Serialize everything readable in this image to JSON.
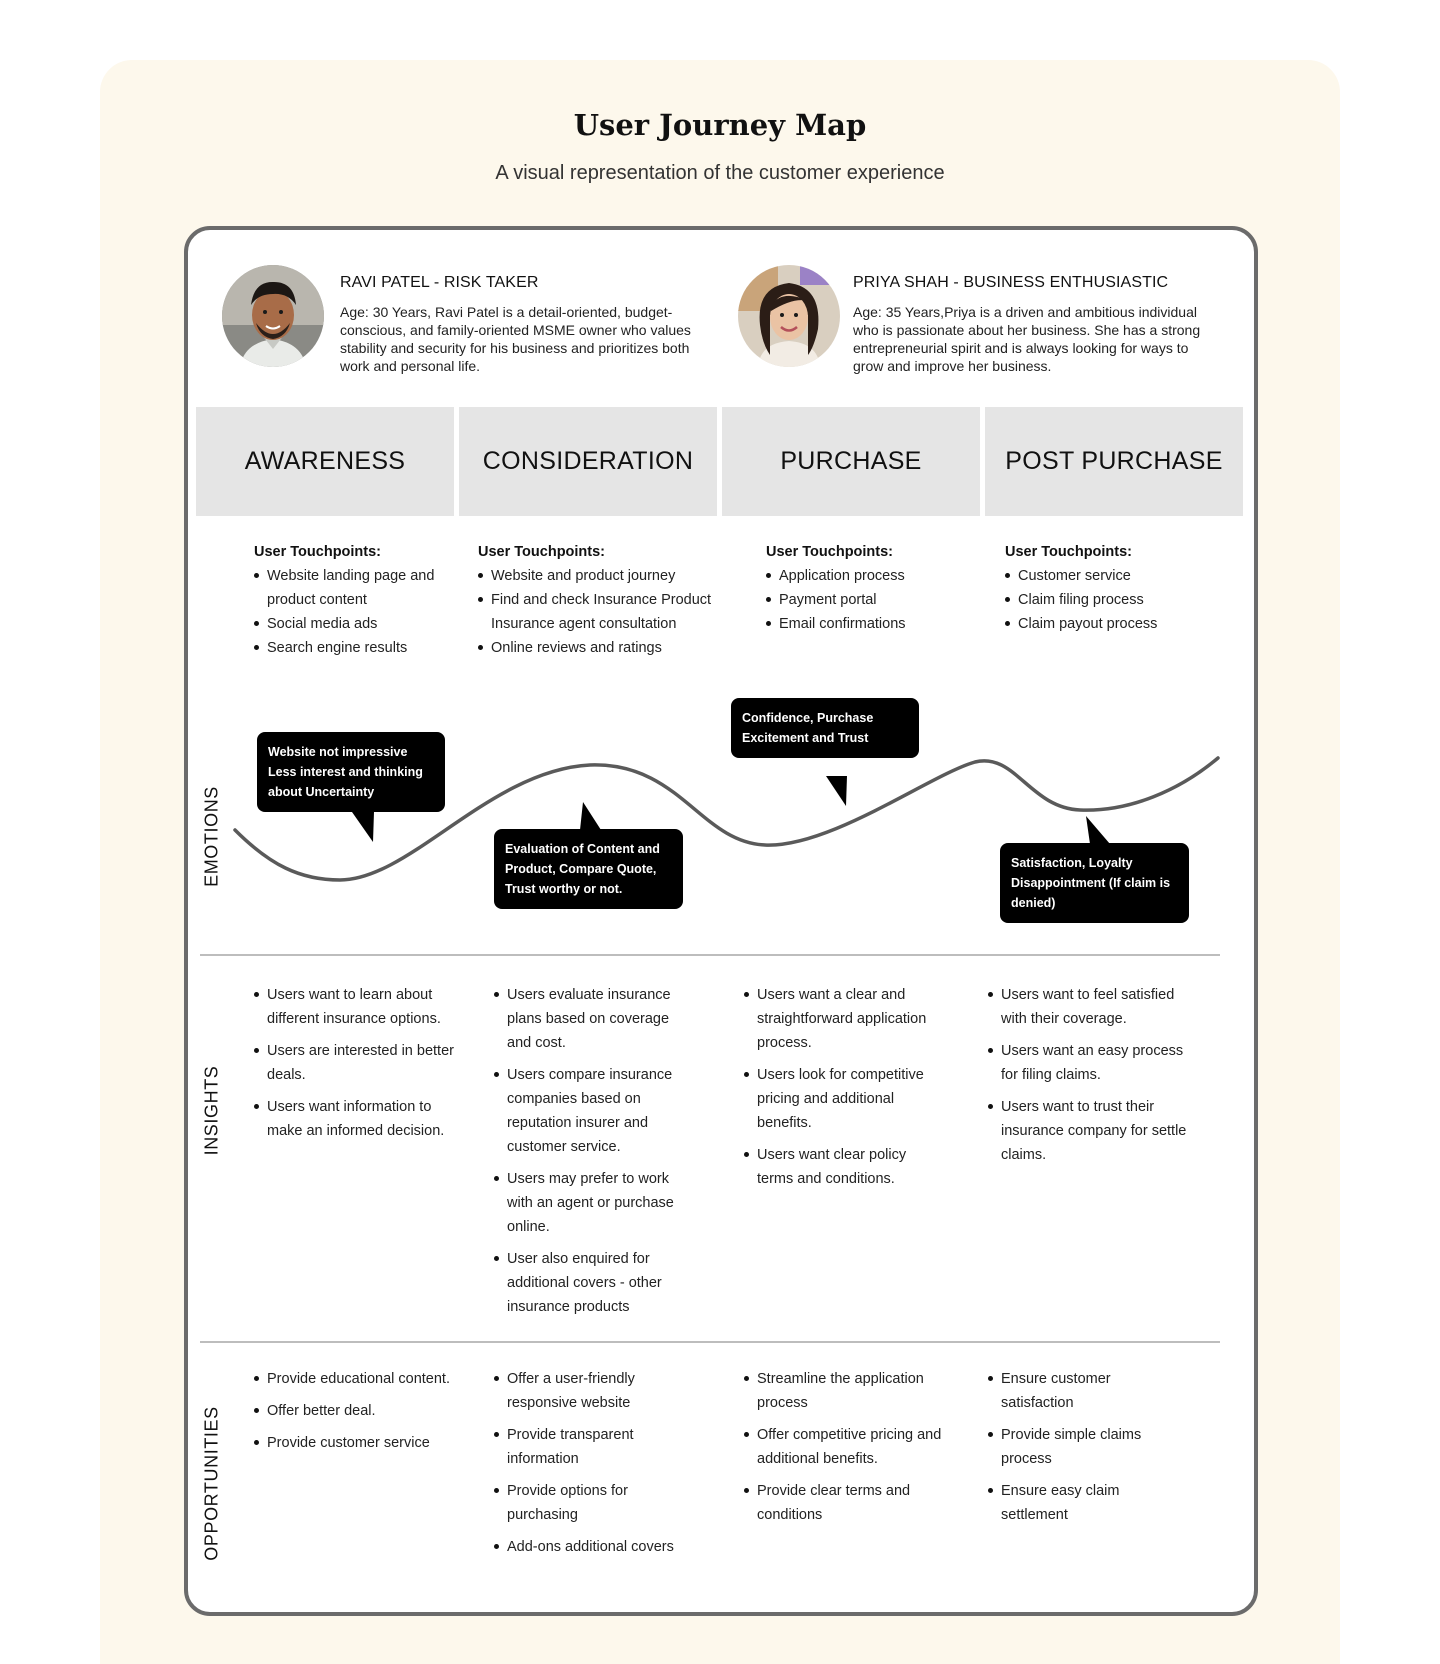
{
  "header": {
    "title": "User Journey Map",
    "subtitle": "A visual representation of the customer experience"
  },
  "personas": [
    {
      "name": "RAVI PATEL - RISK TAKER",
      "description": "Age: 30 Years, Ravi Patel is a detail-oriented, budget-conscious, and family-oriented MSME owner who values stability and security for his business and prioritizes both work and personal life."
    },
    {
      "name": "PRIYA SHAH - BUSINESS ENTHUSIASTIC",
      "description": "Age: 35 Years,Priya is a driven and ambitious individual who is passionate about her business. She has a strong entrepreneurial spirit and is always looking for ways to grow and improve her business."
    }
  ],
  "stages": [
    "AWARENESS",
    "CONSIDERATION",
    "PURCHASE",
    "POST PURCHASE"
  ],
  "touchpoints": {
    "heading": "User Touchpoints:",
    "columns": [
      [
        "Website landing page and product content",
        "Social media ads",
        "Search engine results"
      ],
      [
        "Website and product journey",
        "Find and check Insurance Product Insurance agent consultation",
        "Online reviews and ratings"
      ],
      [
        "Application process",
        "Payment portal",
        "Email confirmations"
      ],
      [
        "Customer service",
        "Claim filing process",
        "Claim payout process"
      ]
    ]
  },
  "rows": {
    "emotions_label": "EMOTIONS",
    "insights_label": "INSIGHTS",
    "opportunities_label": "OPPORTUNITIES"
  },
  "emotions": [
    "Website not impressive Less interest and thinking about Uncertainty",
    "Evaluation of Content and Product, Compare Quote, Trust worthy or not.",
    "Confidence, Purchase Excitement and Trust",
    "Satisfaction, Loyalty Disappointment (If claim is denied)"
  ],
  "insights": [
    [
      "Users want to learn about different insurance options.",
      "Users are interested in better deals.",
      "Users want information to make an informed decision."
    ],
    [
      "Users evaluate insurance plans based on coverage and cost.",
      "Users compare insurance companies based on reputation insurer and customer service.",
      "Users may prefer to work with an agent or purchase online.",
      "User also enquired for additional covers - other insurance products"
    ],
    [
      "Users want a clear and straightforward application process.",
      "Users look for competitive pricing and additional benefits.",
      "Users want clear policy terms and conditions."
    ],
    [
      "Users want to feel satisfied with their coverage.",
      "Users want an easy process for filing claims.",
      "Users want to trust their insurance company for settle claims."
    ]
  ],
  "opportunities": [
    [
      "Provide educational content.",
      "Offer better deal.",
      "Provide customer service"
    ],
    [
      "Offer a user-friendly responsive website",
      "Provide transparent information",
      "Provide options for purchasing",
      "Add-ons additional covers"
    ],
    [
      "Streamline the application process",
      "Offer competitive pricing and additional benefits.",
      "Provide clear terms and conditions"
    ],
    [
      "Ensure customer satisfaction",
      "Provide simple claims process",
      "Ensure easy claim settlement"
    ]
  ],
  "colors": {
    "page_bg": "#ffffff",
    "panel_bg": "#fdf8ec",
    "card_border": "#6b6b6b",
    "stage_bg": "#e5e5e5",
    "bubble_bg": "#000000",
    "curve": "#5a5a5a"
  }
}
